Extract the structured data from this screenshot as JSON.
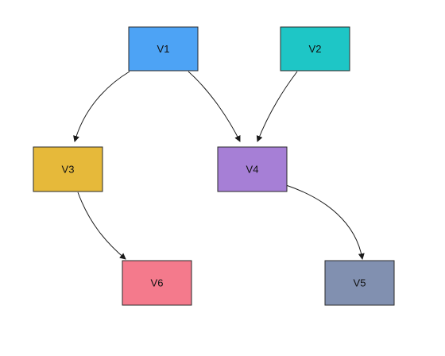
{
  "diagram": {
    "nodes": [
      {
        "id": "V1",
        "label": "V1",
        "color": "#4da3f5"
      },
      {
        "id": "V2",
        "label": "V2",
        "color": "#1ec6c6"
      },
      {
        "id": "V3",
        "label": "V3",
        "color": "#e6b93a"
      },
      {
        "id": "V4",
        "label": "V4",
        "color": "#a67fd6"
      },
      {
        "id": "V5",
        "label": "V5",
        "color": "#8190b0"
      },
      {
        "id": "V6",
        "label": "V6",
        "color": "#f47a8c"
      }
    ],
    "edges": [
      {
        "from": "V1",
        "to": "V3"
      },
      {
        "from": "V1",
        "to": "V4"
      },
      {
        "from": "V2",
        "to": "V4"
      },
      {
        "from": "V3",
        "to": "V6"
      },
      {
        "from": "V4",
        "to": "V5"
      }
    ]
  }
}
